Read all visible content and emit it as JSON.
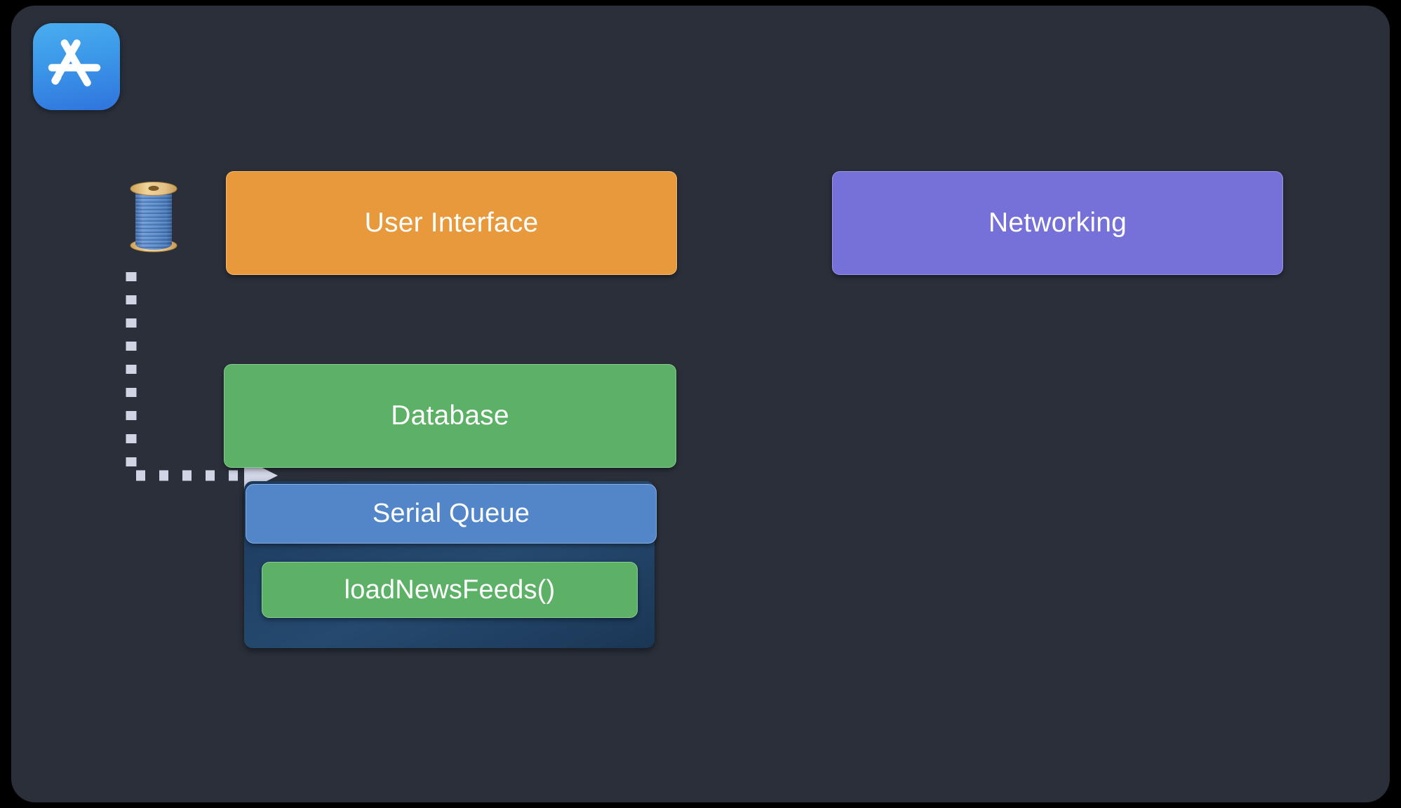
{
  "diagram": {
    "title": "GCD serial queue thread diagram",
    "background_color": "#2a2f3a",
    "icons": {
      "app_store": "app-store-icon",
      "thread_spool": "thread-spool-icon",
      "arrow": "dashed-arrow-icon"
    },
    "blocks": [
      {
        "id": "user-interface",
        "label": "User Interface",
        "color": "#e8993c",
        "text_color": "#ffffff"
      },
      {
        "id": "networking",
        "label": "Networking",
        "color": "#7571d8",
        "text_color": "#ffffff"
      },
      {
        "id": "database",
        "label": "Database",
        "color": "#5cb167",
        "text_color": "#ffffff"
      },
      {
        "id": "serial-queue",
        "label": "Serial Queue",
        "color": "#5286c9",
        "text_color": "#ffffff"
      },
      {
        "id": "load-news-feeds",
        "label": "loadNewsFeeds()",
        "color": "#5cb167",
        "text_color": "#ffffff"
      }
    ],
    "queue_container": {
      "color": "#214369",
      "contains": [
        "serial-queue",
        "load-news-feeds"
      ]
    },
    "connector": {
      "style": "dashed",
      "color": "#d0d5e5",
      "from": "thread-spool-icon",
      "to": "load-news-feeds"
    }
  }
}
